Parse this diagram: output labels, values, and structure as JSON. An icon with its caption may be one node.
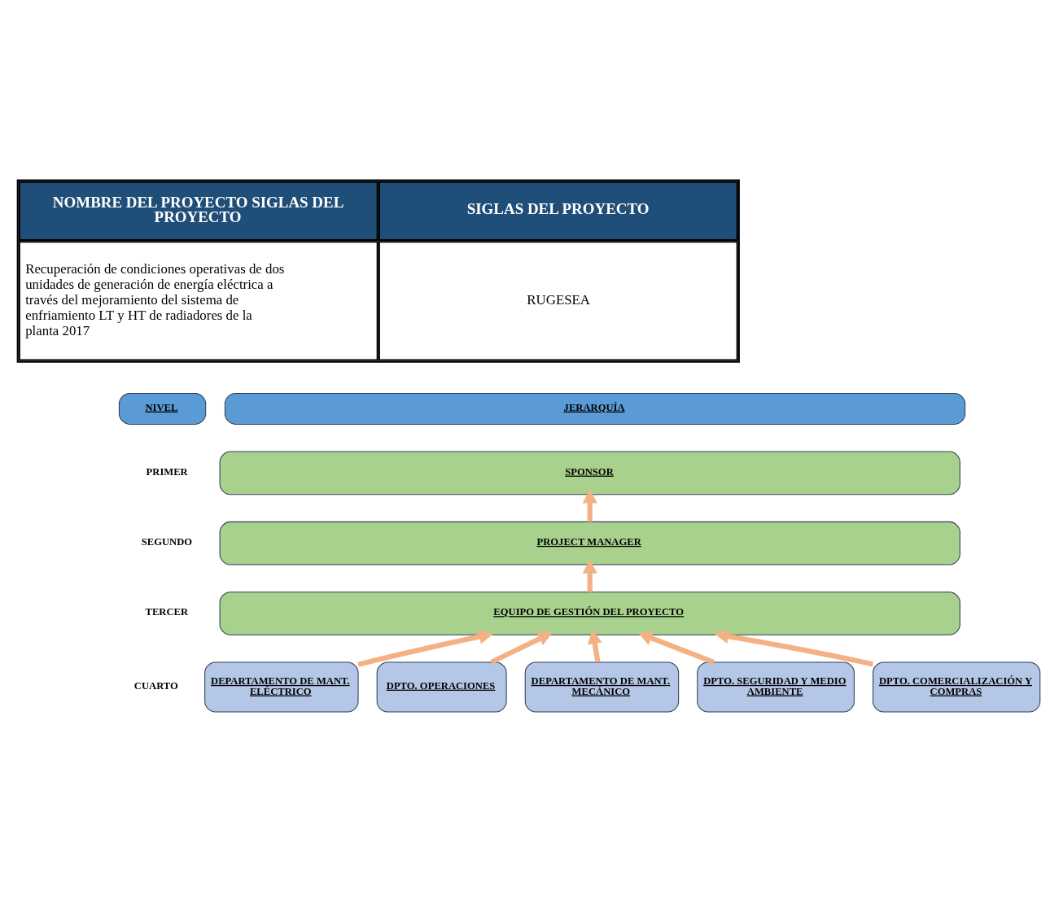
{
  "diagram": {
    "nodes": [
      {
        "text": [
          "NIVEL"
        ]
      },
      {
        "text": [
          "JERARQUÍA"
        ]
      },
      {
        "text": [
          "SPONSOR"
        ]
      },
      {
        "text": [
          "PROJECT MANAGER"
        ]
      },
      {
        "text": [
          "EQUIPO DE GESTIÓN DEL PROYECTO"
        ]
      },
      {
        "text": [
          "DPTO. COMERCIALIZACIÓN Y COMPRAS"
        ]
      },
      {
        "text": [
          "DEPARTAMENTO DE MANT. ELÉCTRICO"
        ]
      },
      {
        "text": [
          "DPTO. OPERACIONES"
        ]
      },
      {
        "text": [
          "DEPARTAMENTO DE MANT. MECÁNICO"
        ]
      },
      {
        "text": [
          "DPTO. SEGURIDAD Y MEDIO AMBIENTE"
        ]
      }
    ],
    "edges": [
      {
        "from": 3,
        "to": 2,
        "arrow": "to"
      },
      {
        "from": 4,
        "to": 3,
        "arrow": "to"
      },
      {
        "from": 5,
        "to": 4,
        "arrow": "to"
      },
      {
        "from": 6,
        "to": 4,
        "arrow": "to"
      },
      {
        "from": 7,
        "to": 4,
        "arrow": "to"
      },
      {
        "from": 8,
        "to": 4,
        "arrow": "to"
      },
      {
        "from": 9,
        "to": 4,
        "arrow": "to"
      }
    ],
    "labels": [
      "NOMBRE DEL PROYECTO SIGLAS DEL PROYECTO",
      "SIGLAS DEL PROYECTO",
      "Recuperación de condiciones operativas de dos unidades de generación de energía eléctrica a través del mejoramiento del sistema de enfriamiento LT y HT de radiadores de la planta 2017",
      "RUGESEA",
      "PRIMER",
      "SEGUNDO",
      "TERCER",
      "CUARTO"
    ]
  }
}
